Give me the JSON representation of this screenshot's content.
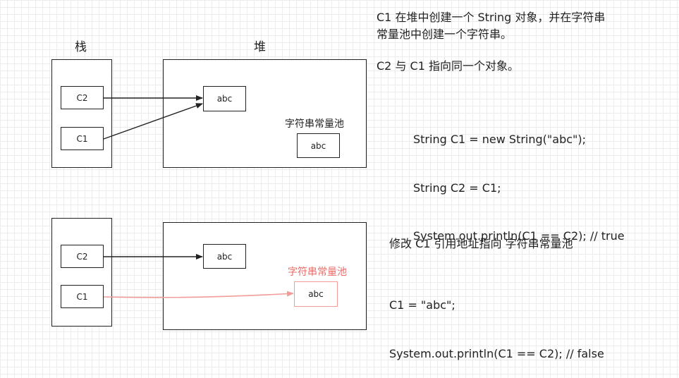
{
  "labels": {
    "stack": "栈",
    "heap": "堆"
  },
  "diagram1": {
    "c2": "C2",
    "c1": "C1",
    "heap_obj": "abc",
    "pool_label": "字符串常量池",
    "pool_obj": "abc"
  },
  "diagram2": {
    "c2": "C2",
    "c1": "C1",
    "heap_obj": "abc",
    "pool_label": "字符串常量池",
    "pool_obj": "abc"
  },
  "notes": {
    "top_line1": "C1 在堆中创建一个 String 对象，并在字符串",
    "top_line2": "常量池中创建一个字符串。",
    "top_line3": "C2 与 C1 指向同一个对象。",
    "code1": [
      "String C1 = new String(\"abc\");",
      "String C2 = C1;",
      "System.out.println(C1 == C2); // true"
    ],
    "bottom_line1": "修改 C1 引用地址指向 字符串常量池",
    "code2": [
      "C1 = \"abc\";",
      "System.out.println(C1 == C2); // false"
    ]
  },
  "colors": {
    "highlight": "#f19c99",
    "highlight_text": "#ea6b66",
    "stroke": "#222222"
  }
}
